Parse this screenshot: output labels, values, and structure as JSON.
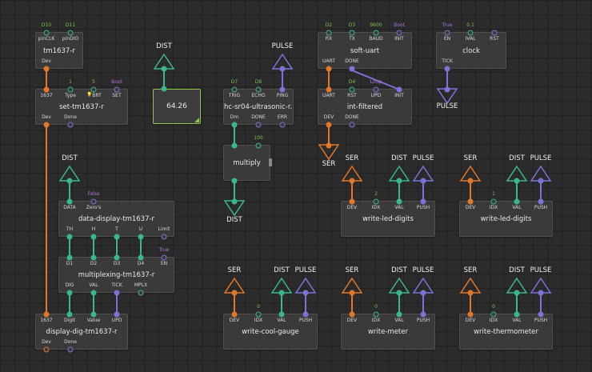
{
  "colors": {
    "background": "#2b2b2b",
    "node": "#3a3a3a",
    "pin_orange": "#e2772a",
    "pin_green": "#3bb88a",
    "pin_purple": "#7b74d8",
    "value_green": "#7cc24a",
    "value_purple": "#b070d8",
    "watch_border": "#8fc84a"
  },
  "nodes": {
    "tm1637": {
      "title": "tm1637-r",
      "in": [
        {
          "label": "pinCLK",
          "value": "D10"
        },
        {
          "label": "pinDIO",
          "value": "D11"
        }
      ],
      "out": [
        {
          "label": "Dev"
        }
      ]
    },
    "set_tm1637": {
      "title": "set-tm1637-r",
      "in": [
        {
          "label": "1637",
          "value": ""
        },
        {
          "label": "Type",
          "value": "1"
        },
        {
          "label": "BRT",
          "value": "5",
          "icon": "💡"
        },
        {
          "label": "SET",
          "value": "Boot"
        }
      ],
      "out": [
        {
          "label": "Dev"
        },
        {
          "label": "Done"
        }
      ]
    },
    "watch": {
      "value": "64.26"
    },
    "hcsr04": {
      "title": "hc-sr04-ultrasonic-r...",
      "in": [
        {
          "label": "TRIG",
          "value": "D7"
        },
        {
          "label": "ECHO",
          "value": "D8"
        },
        {
          "label": "PING",
          "value": ""
        }
      ],
      "out": [
        {
          "label": "Dm"
        },
        {
          "label": "DONE"
        },
        {
          "label": "ERR"
        }
      ]
    },
    "softuart": {
      "title": "soft-uart",
      "in": [
        {
          "label": "RX",
          "value": "D2"
        },
        {
          "label": "TX",
          "value": "D3"
        },
        {
          "label": "BAUD",
          "value": "9600"
        },
        {
          "label": "INIT",
          "value": "Boot"
        }
      ],
      "out": [
        {
          "label": "UART"
        },
        {
          "label": "DONE"
        }
      ]
    },
    "clock": {
      "title": "clock",
      "in": [
        {
          "label": "EN",
          "value": "True"
        },
        {
          "label": "IVAL",
          "value": "0.1"
        },
        {
          "label": "RST",
          "value": ""
        }
      ],
      "out": [
        {
          "label": "TICK"
        }
      ]
    },
    "intfiltered": {
      "title": "int-filtered",
      "in": [
        {
          "label": "UART",
          "value": ""
        },
        {
          "label": "RST",
          "value": "D4"
        },
        {
          "label": "UPD",
          "value": "Loop"
        },
        {
          "label": "INIT",
          "value": ""
        }
      ],
      "out": [
        {
          "label": "DEV"
        },
        {
          "label": "DONE"
        }
      ]
    },
    "multiply": {
      "title": "multiply",
      "in": [
        {
          "label": "",
          "value": ""
        },
        {
          "label": "",
          "value": "100"
        }
      ]
    },
    "datadisplay": {
      "title": "data-display-tm1637-r",
      "in": [
        {
          "label": "DATA",
          "value": ""
        },
        {
          "label": "Zero's",
          "value": "False"
        }
      ],
      "out": [
        {
          "label": "TH"
        },
        {
          "label": "H"
        },
        {
          "label": "T"
        },
        {
          "label": "U"
        },
        {
          "label": "Limit"
        }
      ]
    },
    "multiplexing": {
      "title": "multiplexing-tm1637-r",
      "in": [
        {
          "label": "D1"
        },
        {
          "label": "D2"
        },
        {
          "label": "D3"
        },
        {
          "label": "D4"
        },
        {
          "label": "EN",
          "value": "True"
        }
      ],
      "out": [
        {
          "label": "DIG"
        },
        {
          "label": "VAL"
        },
        {
          "label": "TICK"
        },
        {
          "label": "MPLX"
        }
      ]
    },
    "displaydig": {
      "title": "display-dig-tm1637-r",
      "in": [
        {
          "label": "1637"
        },
        {
          "label": "Digit"
        },
        {
          "label": "Value"
        },
        {
          "label": "UPD"
        }
      ],
      "out": [
        {
          "label": "Dev"
        },
        {
          "label": "Done"
        }
      ]
    },
    "wld1": {
      "title": "write-led-digits",
      "in": [
        {
          "label": "DEV"
        },
        {
          "label": "IDX",
          "value": "2"
        },
        {
          "label": "VAL"
        },
        {
          "label": "PUSH"
        }
      ]
    },
    "wld2": {
      "title": "write-led-digits",
      "in": [
        {
          "label": "DEV"
        },
        {
          "label": "IDX",
          "value": "1"
        },
        {
          "label": "VAL"
        },
        {
          "label": "PUSH"
        }
      ]
    },
    "wcg": {
      "title": "write-cool-gauge",
      "in": [
        {
          "label": "DEV"
        },
        {
          "label": "IDX",
          "value": "0"
        },
        {
          "label": "VAL"
        },
        {
          "label": "PUSH"
        }
      ]
    },
    "wm": {
      "title": "write-meter",
      "in": [
        {
          "label": "DEV"
        },
        {
          "label": "IDX",
          "value": "0"
        },
        {
          "label": "VAL"
        },
        {
          "label": "PUSH"
        }
      ]
    },
    "wt": {
      "title": "write-thermometer",
      "in": [
        {
          "label": "DEV"
        },
        {
          "label": "IDX",
          "value": "0"
        },
        {
          "label": "VAL"
        },
        {
          "label": "PUSH"
        }
      ]
    }
  },
  "terminals": {
    "dist_a": "DIST",
    "pulse_a": "PULSE",
    "pulse_b": "PULSE",
    "ser_a": "SER",
    "dist_b": "DIST",
    "dist_c": "DIST",
    "ser_b": "SER",
    "dist_d": "DIST",
    "pulse_c": "PULSE",
    "ser_c": "SER",
    "dist_e": "DIST",
    "pulse_d": "PULSE",
    "ser_d": "SER",
    "dist_f": "DIST",
    "pulse_e": "PULSE",
    "ser_e": "SER",
    "dist_g": "DIST",
    "pulse_f": "PULSE",
    "ser_f": "SER",
    "dist_h": "DIST",
    "pulse_g": "PULSE"
  }
}
